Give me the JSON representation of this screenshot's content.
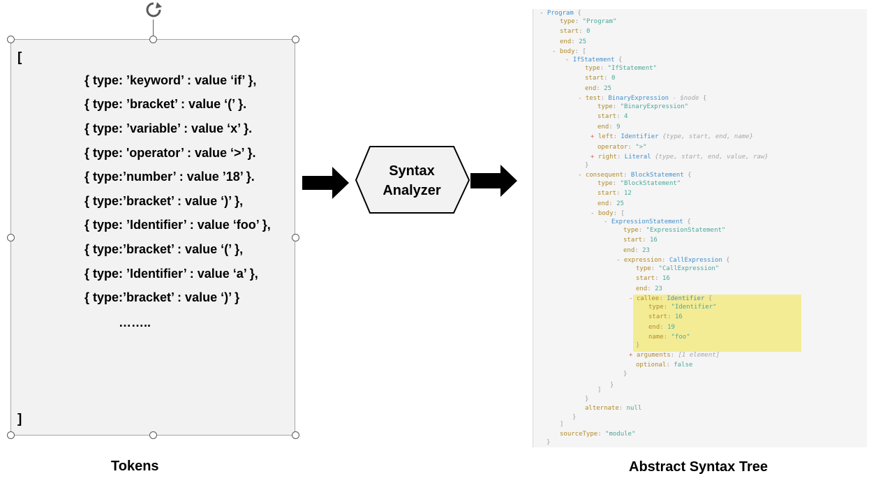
{
  "tokens": {
    "open_bracket": "[",
    "close_bracket": "]",
    "lines": [
      "{ type: ’keyword’ : value ‘if’ },",
      "{ type: ’bracket’ : value ‘(’ }.",
      "{ type: ’variable’ : value ‘x’ }.",
      "{ type: 'operator’ : value ‘>’ }.",
      "{ type:’number’ : value ’18’ }.",
      "{ type:’bracket’ : value ‘)’ },",
      "{ type: ’Identifier’ : value ‘foo’ },",
      "{ type:’bracket’ : value ‘(’ },",
      "{ type: ’Identifier’ : value ‘a’ },",
      "{ type:’bracket’ : value ‘)’ }"
    ],
    "ellipsis": "…….."
  },
  "captions": {
    "tokens": "Tokens",
    "ast": "Abstract Syntax Tree"
  },
  "analyzer": {
    "line1": "Syntax",
    "line2": "Analyzer"
  },
  "ast_lines": [
    {
      "parts": [
        [
          "tg",
          "- "
        ],
        [
          "t",
          "Program"
        ],
        [
          "p",
          "  {"
        ]
      ]
    },
    {
      "parts": [
        [
          "k",
          "type"
        ],
        [
          "p",
          ": "
        ],
        [
          "s",
          "\"Program\""
        ]
      ]
    },
    {
      "parts": [
        [
          "k",
          "start"
        ],
        [
          "p",
          ": "
        ],
        [
          "n",
          "0"
        ]
      ]
    },
    {
      "parts": [
        [
          "k",
          "end"
        ],
        [
          "p",
          ": "
        ],
        [
          "n",
          "25"
        ]
      ]
    },
    {
      "parts": [
        [
          "tg",
          "- "
        ],
        [
          "k",
          "body"
        ],
        [
          "p",
          ":  ["
        ]
      ]
    },
    {
      "parts": [
        [
          "tg",
          "- "
        ],
        [
          "t",
          "IfStatement"
        ],
        [
          "p",
          "  {"
        ]
      ]
    },
    {
      "parts": [
        [
          "k",
          "type"
        ],
        [
          "p",
          ": "
        ],
        [
          "s",
          "\"IfStatement\""
        ]
      ]
    },
    {
      "parts": [
        [
          "k",
          "start"
        ],
        [
          "p",
          ": "
        ],
        [
          "n",
          "0"
        ]
      ]
    },
    {
      "parts": [
        [
          "k",
          "end"
        ],
        [
          "p",
          ": "
        ],
        [
          "n",
          "25"
        ]
      ]
    },
    {
      "parts": [
        [
          "tg",
          "- "
        ],
        [
          "k",
          "test"
        ],
        [
          "p",
          ": "
        ],
        [
          "t",
          "BinaryExpression"
        ],
        [
          "c",
          "  - $node "
        ],
        [
          "p",
          "{"
        ]
      ]
    },
    {
      "parts": [
        [
          "k",
          "type"
        ],
        [
          "p",
          ": "
        ],
        [
          "s",
          "\"BinaryExpression\""
        ]
      ]
    },
    {
      "parts": [
        [
          "k",
          "start"
        ],
        [
          "p",
          ": "
        ],
        [
          "n",
          "4"
        ]
      ]
    },
    {
      "parts": [
        [
          "k",
          "end"
        ],
        [
          "p",
          ": "
        ],
        [
          "n",
          "9"
        ]
      ]
    },
    {
      "parts": [
        [
          "tg",
          "+ "
        ],
        [
          "k",
          "left"
        ],
        [
          "p",
          ": "
        ],
        [
          "t",
          "Identifier"
        ],
        [
          "c",
          " {type, start, end, name}"
        ]
      ]
    },
    {
      "parts": [
        [
          "k",
          "operator"
        ],
        [
          "p",
          ": "
        ],
        [
          "s",
          "\">\""
        ]
      ]
    },
    {
      "parts": [
        [
          "tg",
          "+ "
        ],
        [
          "k",
          "right"
        ],
        [
          "p",
          ": "
        ],
        [
          "t",
          "Literal"
        ],
        [
          "c",
          " {type, start, end, value, raw}"
        ]
      ]
    },
    {
      "parts": [
        [
          "p",
          "}"
        ]
      ]
    },
    {
      "parts": [
        [
          "tg",
          "- "
        ],
        [
          "k",
          "consequent"
        ],
        [
          "p",
          ": "
        ],
        [
          "t",
          "BlockStatement"
        ],
        [
          "p",
          "  {"
        ]
      ]
    },
    {
      "parts": [
        [
          "k",
          "type"
        ],
        [
          "p",
          ": "
        ],
        [
          "s",
          "\"BlockStatement\""
        ]
      ]
    },
    {
      "parts": [
        [
          "k",
          "start"
        ],
        [
          "p",
          ": "
        ],
        [
          "n",
          "12"
        ]
      ]
    },
    {
      "parts": [
        [
          "k",
          "end"
        ],
        [
          "p",
          ": "
        ],
        [
          "n",
          "25"
        ]
      ]
    },
    {
      "parts": [
        [
          "tg",
          "- "
        ],
        [
          "k",
          "body"
        ],
        [
          "p",
          ":  ["
        ]
      ]
    },
    {
      "parts": [
        [
          "tg",
          "- "
        ],
        [
          "t",
          "ExpressionStatement"
        ],
        [
          "p",
          "  {"
        ]
      ]
    },
    {
      "parts": [
        [
          "k",
          "type"
        ],
        [
          "p",
          ": "
        ],
        [
          "s",
          "\"ExpressionStatement\""
        ]
      ]
    },
    {
      "parts": [
        [
          "k",
          "start"
        ],
        [
          "p",
          ": "
        ],
        [
          "n",
          "16"
        ]
      ]
    },
    {
      "parts": [
        [
          "k",
          "end"
        ],
        [
          "p",
          ": "
        ],
        [
          "n",
          "23"
        ]
      ]
    },
    {
      "parts": [
        [
          "tg",
          "- "
        ],
        [
          "k",
          "expression"
        ],
        [
          "p",
          ": "
        ],
        [
          "t",
          "CallExpression"
        ],
        [
          "p",
          "  {"
        ]
      ]
    },
    {
      "parts": [
        [
          "k",
          "type"
        ],
        [
          "p",
          ": "
        ],
        [
          "s",
          "\"CallExpression\""
        ]
      ]
    },
    {
      "parts": [
        [
          "k",
          "start"
        ],
        [
          "p",
          ": "
        ],
        [
          "n",
          "16"
        ]
      ]
    },
    {
      "parts": [
        [
          "k",
          "end"
        ],
        [
          "p",
          ": "
        ],
        [
          "n",
          "23"
        ]
      ]
    },
    {
      "parts": [
        [
          "tg",
          "- "
        ],
        [
          "k",
          "callee"
        ],
        [
          "p",
          ": "
        ],
        [
          "t",
          "Identifier"
        ],
        [
          "p",
          "  {"
        ]
      ]
    },
    {
      "parts": [
        [
          "k",
          "type"
        ],
        [
          "p",
          ": "
        ],
        [
          "s",
          "\"Identifier\""
        ]
      ]
    },
    {
      "parts": [
        [
          "k",
          "start"
        ],
        [
          "p",
          ": "
        ],
        [
          "n",
          "16"
        ]
      ]
    },
    {
      "parts": [
        [
          "k",
          "end"
        ],
        [
          "p",
          ": "
        ],
        [
          "n",
          "19"
        ]
      ]
    },
    {
      "parts": [
        [
          "k",
          "name"
        ],
        [
          "p",
          ": "
        ],
        [
          "s",
          "\"foo\""
        ]
      ]
    },
    {
      "parts": [
        [
          "p",
          "}"
        ]
      ]
    },
    {
      "parts": [
        [
          "tg",
          "+ "
        ],
        [
          "k",
          "arguments"
        ],
        [
          "p",
          ": "
        ],
        [
          "c",
          "[1 element]"
        ]
      ]
    },
    {
      "parts": [
        [
          "k",
          "optional"
        ],
        [
          "p",
          ": "
        ],
        [
          "n",
          "false"
        ]
      ]
    },
    {
      "parts": [
        [
          "p",
          "}"
        ]
      ]
    },
    {
      "parts": [
        [
          "p",
          "}"
        ]
      ]
    },
    {
      "parts": [
        [
          "p",
          "]"
        ]
      ]
    },
    {
      "parts": [
        [
          "p",
          "}"
        ]
      ]
    },
    {
      "parts": [
        [
          "k",
          "alternate"
        ],
        [
          "p",
          ": "
        ],
        [
          "n",
          "null"
        ]
      ]
    },
    {
      "parts": [
        [
          "p",
          "}"
        ]
      ]
    },
    {
      "parts": [
        [
          "p",
          "]"
        ]
      ]
    },
    {
      "parts": [
        [
          "k",
          "sourceType"
        ],
        [
          "p",
          ": "
        ],
        [
          "s",
          "\"module\""
        ]
      ]
    },
    {
      "parts": [
        [
          "p",
          "}"
        ]
      ]
    }
  ],
  "colors": {
    "ast_key": "#b08a2a",
    "ast_type": "#3f8fce",
    "ast_value": "#4aa79a",
    "ast_highlight": "#f4ec95",
    "tokens_fill": "#f2f2f2"
  }
}
